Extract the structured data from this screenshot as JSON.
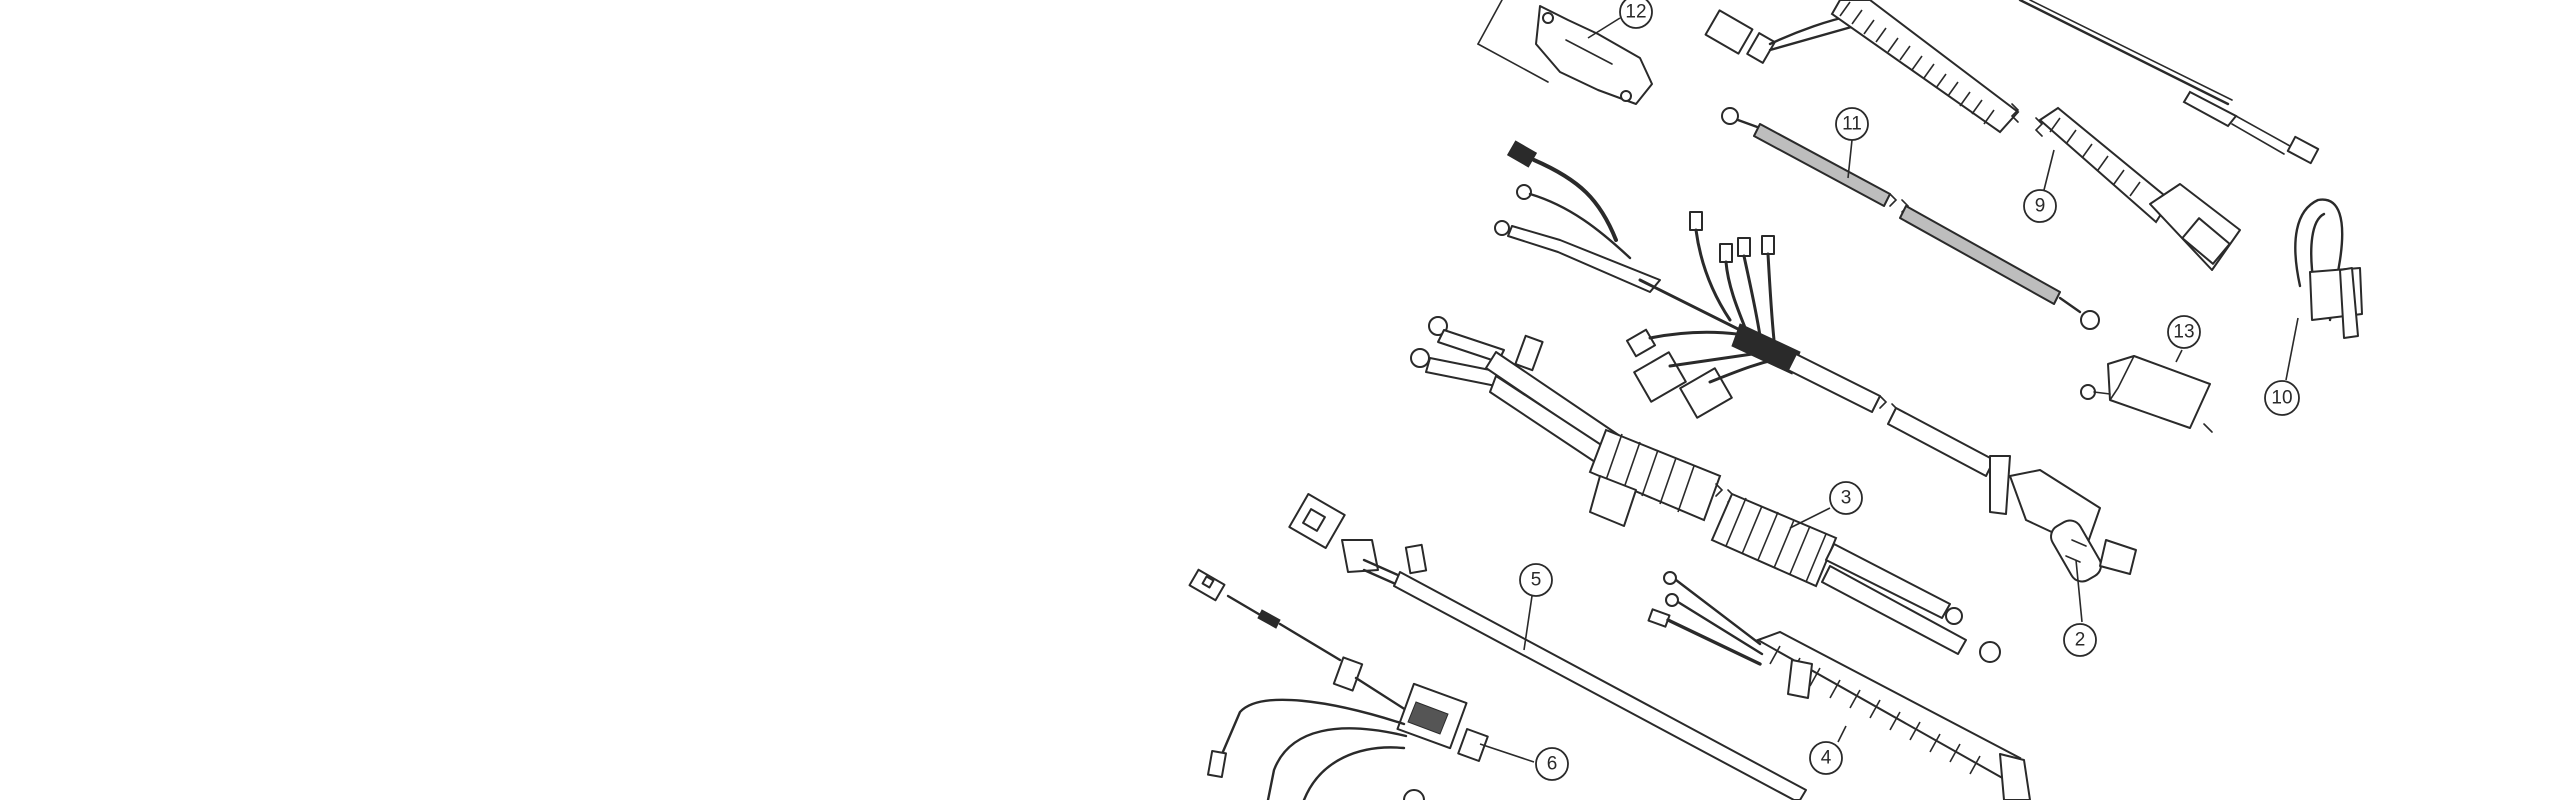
{
  "callouts": [
    {
      "id": "c2",
      "label": "2"
    },
    {
      "id": "c3",
      "label": "3"
    },
    {
      "id": "c4",
      "label": "4"
    },
    {
      "id": "c5",
      "label": "5"
    },
    {
      "id": "c6",
      "label": "6"
    },
    {
      "id": "c9",
      "label": "9"
    },
    {
      "id": "c10",
      "label": "10"
    },
    {
      "id": "c11",
      "label": "11"
    },
    {
      "id": "c12",
      "label": "12"
    },
    {
      "id": "c13",
      "label": "13"
    }
  ],
  "colors": {
    "background": "#ffffff",
    "line": "#2a2a2a",
    "sleeve_fill": "#bdbdbd"
  }
}
